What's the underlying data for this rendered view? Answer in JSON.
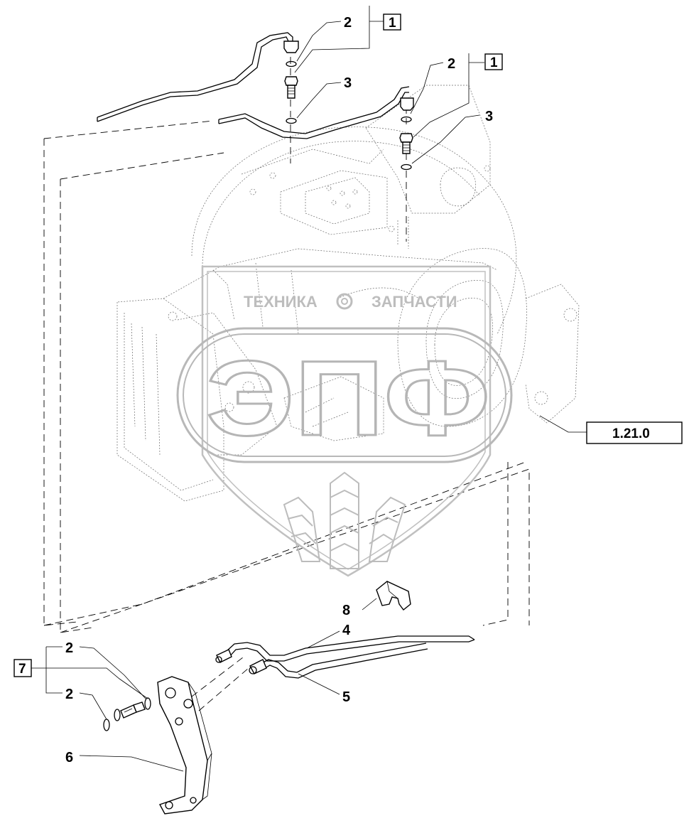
{
  "diagram": {
    "labels": {
      "c2a": "2",
      "c3a": "3",
      "c2b": "2",
      "c3b": "3",
      "c2c": "2",
      "c2d": "2",
      "c4": "4",
      "c5": "5",
      "c6": "6",
      "c8": "8"
    },
    "boxes": {
      "b1a": "1",
      "b1b": "1",
      "b7": "7",
      "ref": "1.21.0"
    },
    "watermark": {
      "left": "ТЕХНИКА",
      "right": "ЗАПЧАСТИ",
      "big": "ЭПФ"
    }
  }
}
